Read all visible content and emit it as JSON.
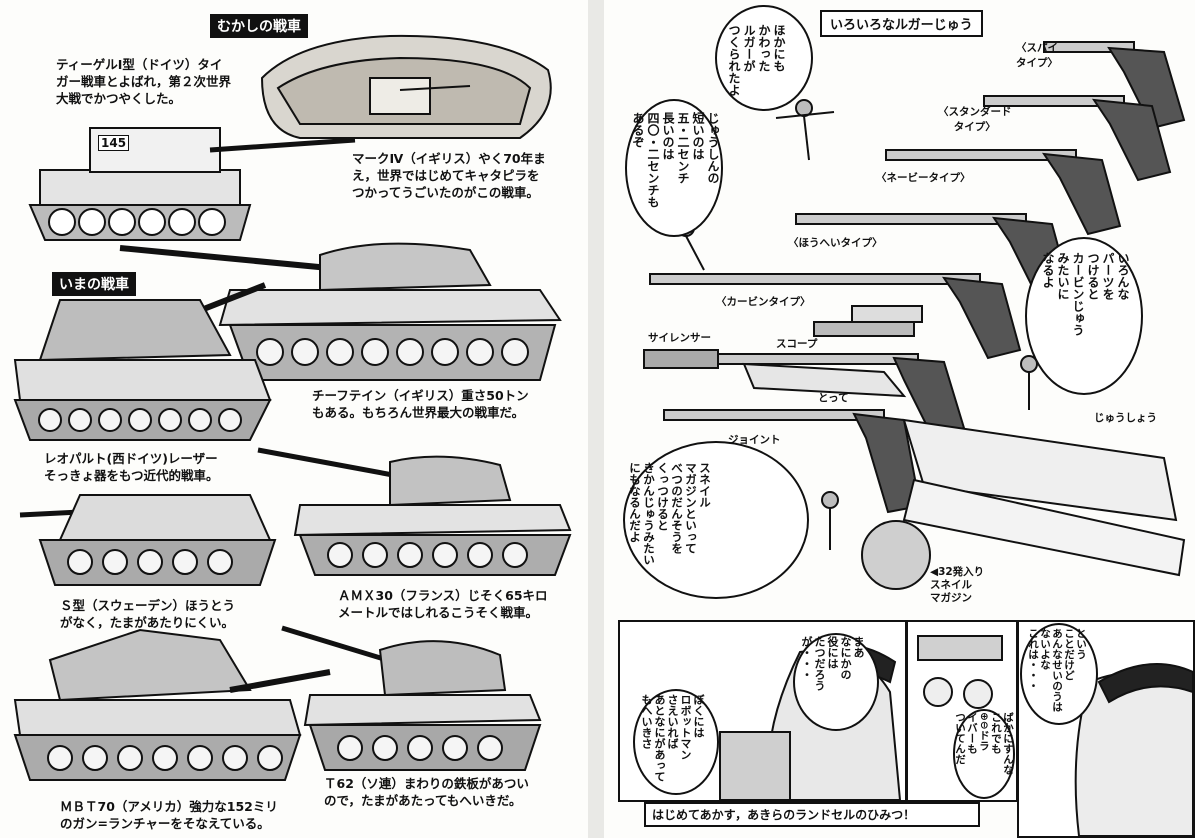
{
  "left_page": {
    "header_old": "むかしの戦車",
    "header_new": "いまの戦車",
    "tiger": {
      "line1": "ティーゲルⅠ型（ドイツ）タイ",
      "line2": "ガー戦車とよばれ，第２次世界",
      "line3": "大戦でかつやくした。",
      "turret_number": "145"
    },
    "mark4": {
      "line1": "マークⅣ（イギリス）やく70年ま",
      "line2": "え，世界ではじめてキャタピラを",
      "line3": "つかってうごいたのがこの戦車。"
    },
    "chieftain": {
      "line1": "チーフテイン（イギリス）重さ50トン",
      "line2": "もある。もちろん世界最大の戦車だ。"
    },
    "leopard": {
      "line1": "レオパルト(西ドイツ)レーザー",
      "line2": "そっきょ器をもつ近代的戦車。"
    },
    "amx30": {
      "line1": "ＡＭＸ30（フランス）じそく65キロ",
      "line2": "メートルではしれるこうそく戦車。"
    },
    "stank": {
      "line1": "Ｓ型（スウェーデン）ほうとう",
      "line2": "がなく，たまがあたりにくい。"
    },
    "t62": {
      "line1": "Ｔ62（ソ連）まわりの鉄板があつい",
      "line2": "ので，たまがあたってもへいきだ。"
    },
    "mbt70": {
      "line1": "ＭＢＴ70（アメリカ）強力な152ミリ",
      "line2": "のガン=ランチャーをそなえている。"
    }
  },
  "right_page": {
    "title": "いろいろなルガーじゅう",
    "bubble_top": "ほかにも\nかわった\nルガーが\nつくられたよ",
    "bubble_mid": "じゅうしんの\n短いのは\n五・二センチ\n長いのは\n四〇・二センチも\nあるぞ",
    "bubble_right": "いろんな\nパーツを\nつけると\nカービンじゅう\nみたいに\nなるよ",
    "bubble_bottom": "スネイル\nマガジンといって\nべつのだんそうを\nくっつけると\nきかんじゅうみたい\nにもなるんだよ",
    "labels": {
      "spy": "〈スパイ\nタイプ〉",
      "standard": "〈スタンダード\nタイプ〉",
      "navy": "〈ネービータイプ〉",
      "artillery": "〈ほうへいタイプ〉",
      "carbine": "〈カービンタイプ〉",
      "silencer": "サイレンサー",
      "scope": "スコープ",
      "grip": "とって",
      "stock": "じゅうしょう",
      "joint": "ジョイント",
      "snail": "◀32発入り\nスネイル\nマガジン"
    },
    "manga": {
      "p1_bubble": "まあ\nなにかの\n役には\nたつだろう\nが・・・",
      "p1_bubble2": "ぼくには\nロボットマン\nさえいれば\nあとなにがあって\nもへいきさ",
      "p2_bubble": "ばかにすんな\nこれでも\n⊕⊖ドラ\nイバーも\nついてんだ",
      "p3_bubble": "という\nことだけど\nあんなせいのうは\nないよな\nこれは・・・",
      "caption": "はじめてあかす，あきらのランドセルのひみつ！"
    }
  }
}
